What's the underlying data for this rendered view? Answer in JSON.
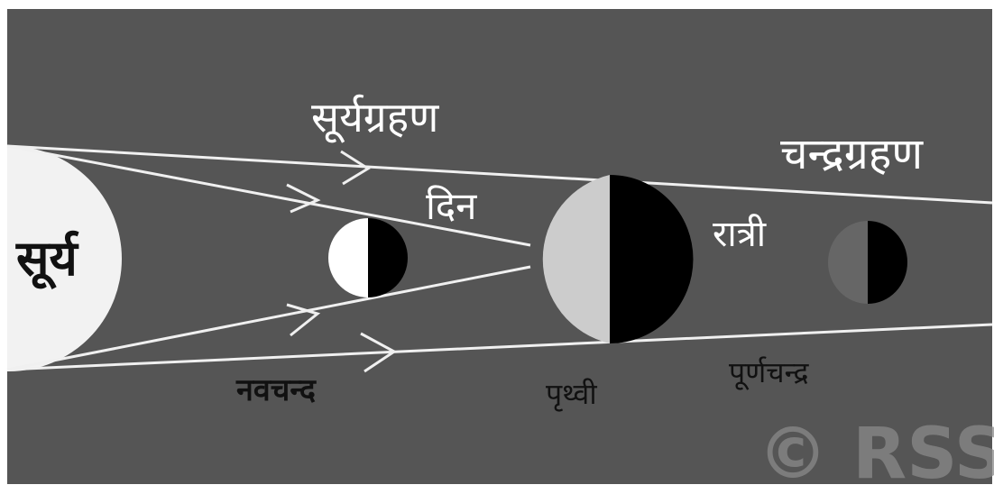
{
  "labels": {
    "solar_eclipse": "सूर्यग्रहण",
    "lunar_eclipse": "चन्द्रग्रहण",
    "sun": "सूर्य",
    "day": "दिन",
    "night": "रात्री",
    "new_moon": "नवचन्द",
    "earth": "पृथ्वी",
    "full_moon": "पूर्णचन्द्र"
  },
  "watermark": "© RSS",
  "colors": {
    "background": "#555555",
    "frame": "#ffffff",
    "sun": "#f2f2f2",
    "rays": "#f0f0f0",
    "earth_day": "#cccccc",
    "earth_night": "#000000",
    "moon_lit": "#ffffff",
    "moon_dark": "#000000",
    "full_moon_lit": "#666666",
    "text_light": "#ffffff",
    "text_dark": "#111111",
    "watermark": "#8a8a8a"
  }
}
